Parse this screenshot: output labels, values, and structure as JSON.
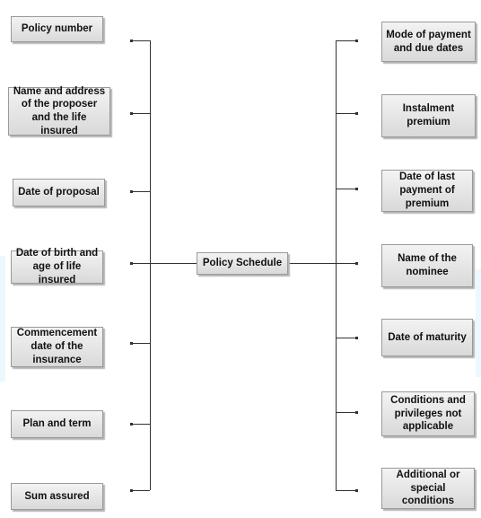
{
  "diagram": {
    "center": "Policy Schedule",
    "left_items": [
      "Policy number",
      "Name and address of the proposer and the life insured",
      "Date of proposal",
      "Date of birth and age of life insured",
      "Commencement date of the insurance",
      "Plan and term",
      "Sum assured"
    ],
    "right_items": [
      "Mode of payment and due dates",
      "Instalment premium",
      "Date of last payment of premium",
      "Name of the nominee",
      "Date of maturity",
      "Conditions and privileges not applicable",
      "Additional or special conditions"
    ]
  }
}
